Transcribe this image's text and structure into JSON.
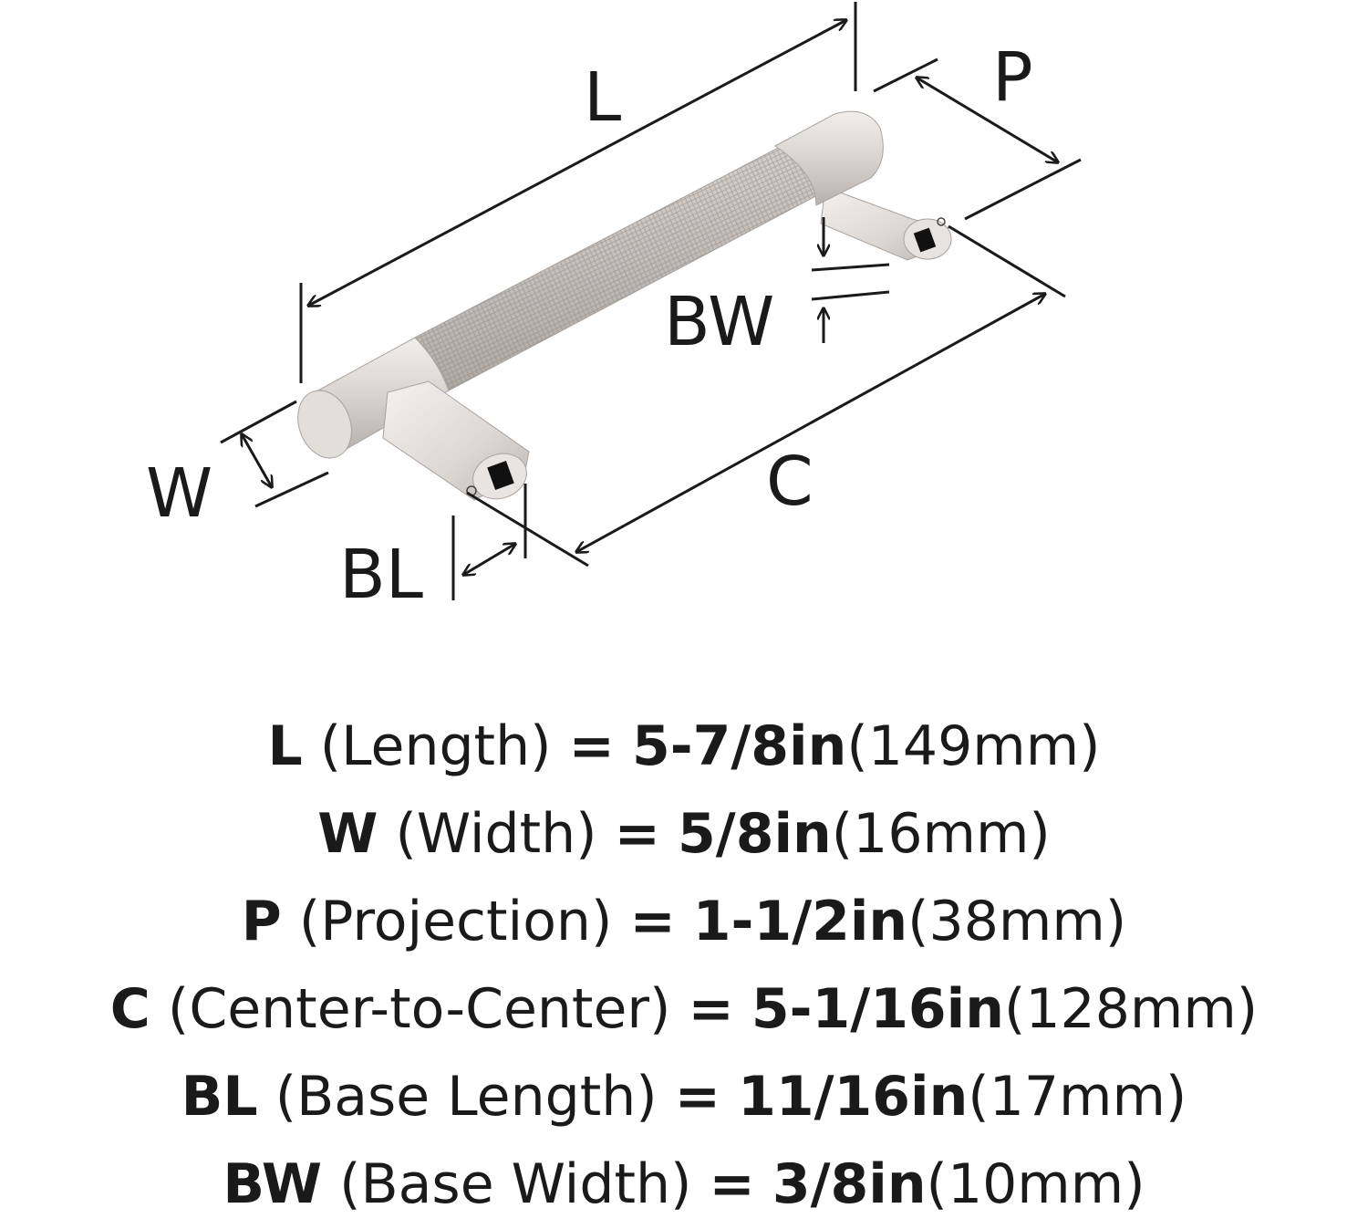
{
  "diagram": {
    "labels": {
      "length": "L",
      "projection": "P",
      "base_width": "BW",
      "width": "W",
      "center": "C",
      "base_length": "BL"
    },
    "colors": {
      "ink": "#1a1a1a",
      "metal_light": "#ebe7e4",
      "metal_mid": "#d2cdc9",
      "metal_dark": "#a9a39f",
      "hole": "#111111"
    }
  },
  "specs": [
    {
      "key": "L",
      "name": "(Length)",
      "eq": "=",
      "in": "5-7/8in",
      "mm": "(149mm)"
    },
    {
      "key": "W",
      "name": "(Width)",
      "eq": "=",
      "in": "5/8in",
      "mm": "(16mm)"
    },
    {
      "key": "P",
      "name": "(Projection)",
      "eq": "=",
      "in": "1-1/2in",
      "mm": "(38mm)"
    },
    {
      "key": "C",
      "name": "(Center-to-Center)",
      "eq": "=",
      "in": "5-1/16in",
      "mm": "(128mm)"
    },
    {
      "key": "BL",
      "name": "(Base Length)",
      "eq": "=",
      "in": "11/16in",
      "mm": "(17mm)"
    },
    {
      "key": "BW",
      "name": "(Base Width)",
      "eq": "=",
      "in": "3/8in",
      "mm": "(10mm)"
    }
  ]
}
